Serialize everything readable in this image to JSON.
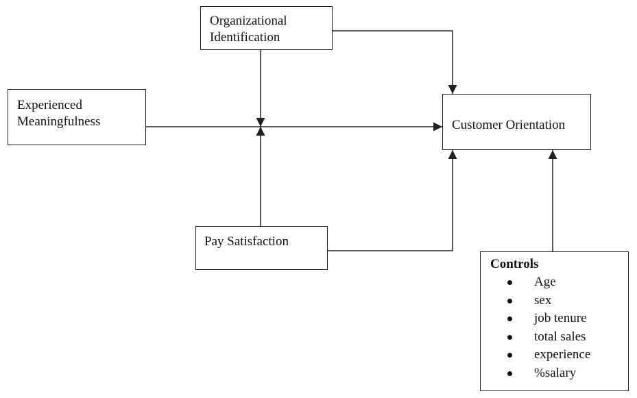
{
  "nodes": {
    "organizational_identification": {
      "line1": "Organizational",
      "line2": "Identification"
    },
    "experienced_meaningfulness": {
      "line1": "Experienced",
      "line2": "Meaningfulness"
    },
    "customer_orientation": {
      "label": "Customer Orientation"
    },
    "pay_satisfaction": {
      "label": "Pay Satisfaction"
    },
    "controls": {
      "title": "Controls",
      "items": [
        "Age",
        "sex",
        "job tenure",
        "total sales",
        "experience",
        "%salary"
      ]
    }
  },
  "edges": [
    {
      "from": "Organizational Identification",
      "to": "Customer Orientation"
    },
    {
      "from": "Experienced Meaningfulness",
      "to": "Customer Orientation"
    },
    {
      "from": "Organizational Identification",
      "to": "Experienced Meaningfulness → Customer Orientation path"
    },
    {
      "from": "Pay Satisfaction",
      "to": "Experienced Meaningfulness → Customer Orientation path"
    },
    {
      "from": "Pay Satisfaction",
      "to": "Customer Orientation"
    },
    {
      "from": "Controls",
      "to": "Customer Orientation"
    }
  ],
  "colors": {
    "line": "#222222",
    "text": "#111111",
    "background": "#ffffff"
  }
}
